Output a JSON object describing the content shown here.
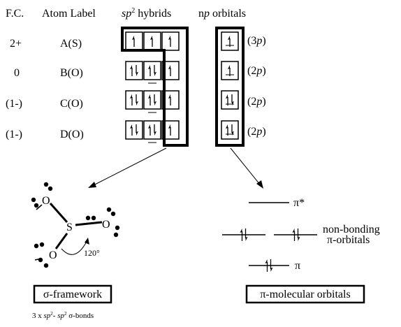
{
  "header": {
    "fc": "F.C.",
    "atom_label": "Atom Label",
    "hybrid_sp": "sp",
    "hybrid_sup": "2",
    "hybrid_rest": " hybrids",
    "np_n": "n",
    "np_p": "p",
    "np_rest": " orbitals"
  },
  "rows": [
    {
      "fc": "2+",
      "atom": "A(S)",
      "hybrid_boxes": [
        "up",
        "up",
        "up"
      ],
      "np_box": "up",
      "np_label_open": "(",
      "np_label_num": "3",
      "np_label_p": "p",
      "np_label_close": ")"
    },
    {
      "fc": "0",
      "atom": "B(O)",
      "hybrid_boxes": [
        "updown",
        "updown",
        "up"
      ],
      "np_box": "up",
      "np_label_open": "(",
      "np_label_num": "2",
      "np_label_p": "p",
      "np_label_close": ")"
    },
    {
      "fc": "(1-)",
      "atom": "C(O)",
      "hybrid_boxes": [
        "updown",
        "updown",
        "up"
      ],
      "np_box": "updown",
      "np_label_open": "(",
      "np_label_num": "2",
      "np_label_p": "p",
      "np_label_close": ")"
    },
    {
      "fc": "(1-)",
      "atom": "D(O)",
      "hybrid_boxes": [
        "updown",
        "updown",
        "up"
      ],
      "np_box": "updown",
      "np_label_open": "(",
      "np_label_num": "2",
      "np_label_p": "p",
      "np_label_close": ")"
    }
  ],
  "sigma": {
    "atom_s": "S",
    "atom_o": "O",
    "angle": "120°",
    "box_label": "σ-framework",
    "caption_pre": "3 x ",
    "caption_sp": "sp",
    "caption_sup": "2",
    "caption_mid": "- ",
    "caption_sp2": "sp",
    "caption_sup2": "2",
    "caption_post": " σ-bonds"
  },
  "pi": {
    "antibonding": "π*",
    "nonbonding_line1": "non-bonding",
    "nonbonding_line2": "π-orbitals",
    "bonding": "π",
    "box_label": "π-molecular orbitals"
  }
}
